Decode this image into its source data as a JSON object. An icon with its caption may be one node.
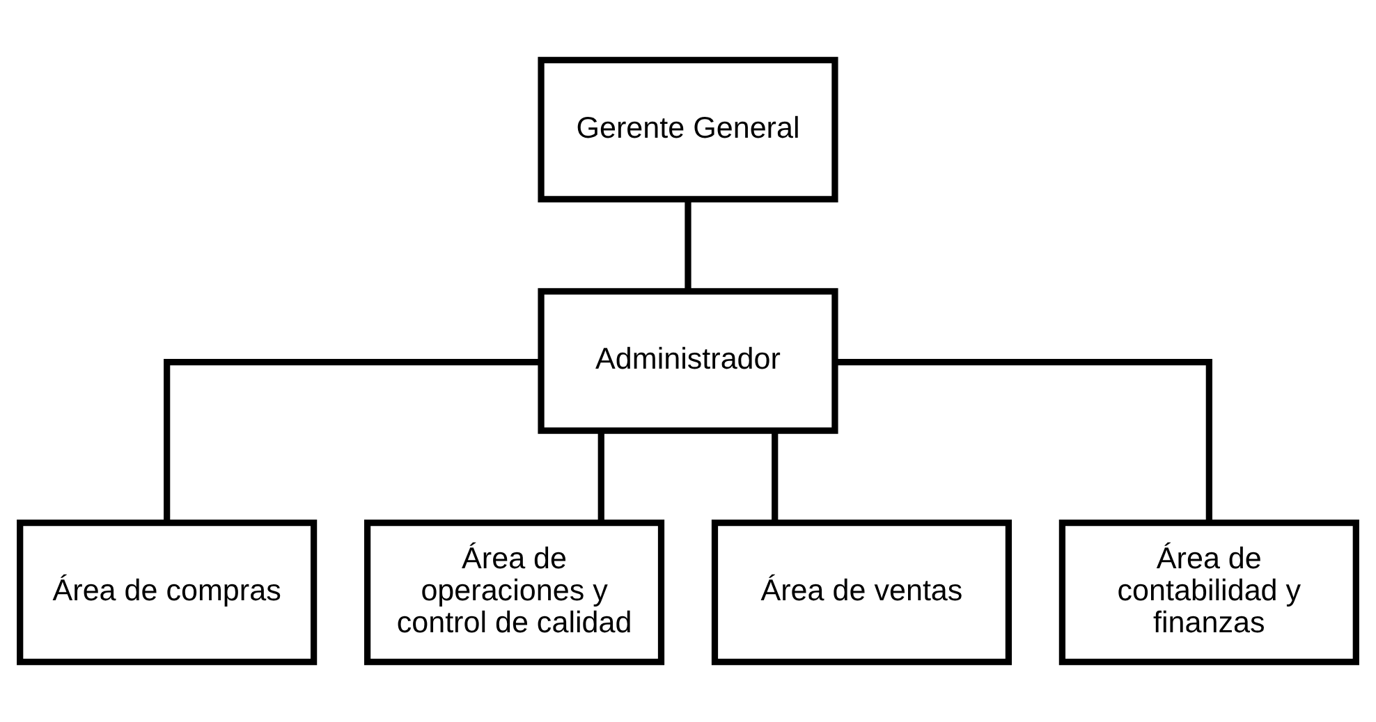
{
  "diagram": {
    "nodes": [
      {
        "text": [
          "Gerente General"
        ]
      },
      {
        "text": [
          "Administrador"
        ]
      },
      {
        "text": [
          "Área de compras"
        ]
      },
      {
        "text": [
          "Área de operaciones y control de calidad"
        ]
      },
      {
        "text": [
          "Área de ventas"
        ]
      },
      {
        "text": [
          "Área de contabilidad y finanzas"
        ]
      }
    ],
    "edges": [
      {
        "from": 0,
        "to": 1,
        "arrow": "none"
      },
      {
        "from": 1,
        "to": 2,
        "arrow": "none"
      },
      {
        "from": 1,
        "to": 3,
        "arrow": "none"
      },
      {
        "from": 1,
        "to": 4,
        "arrow": "none"
      },
      {
        "from": 1,
        "to": 5,
        "arrow": "none"
      }
    ]
  }
}
